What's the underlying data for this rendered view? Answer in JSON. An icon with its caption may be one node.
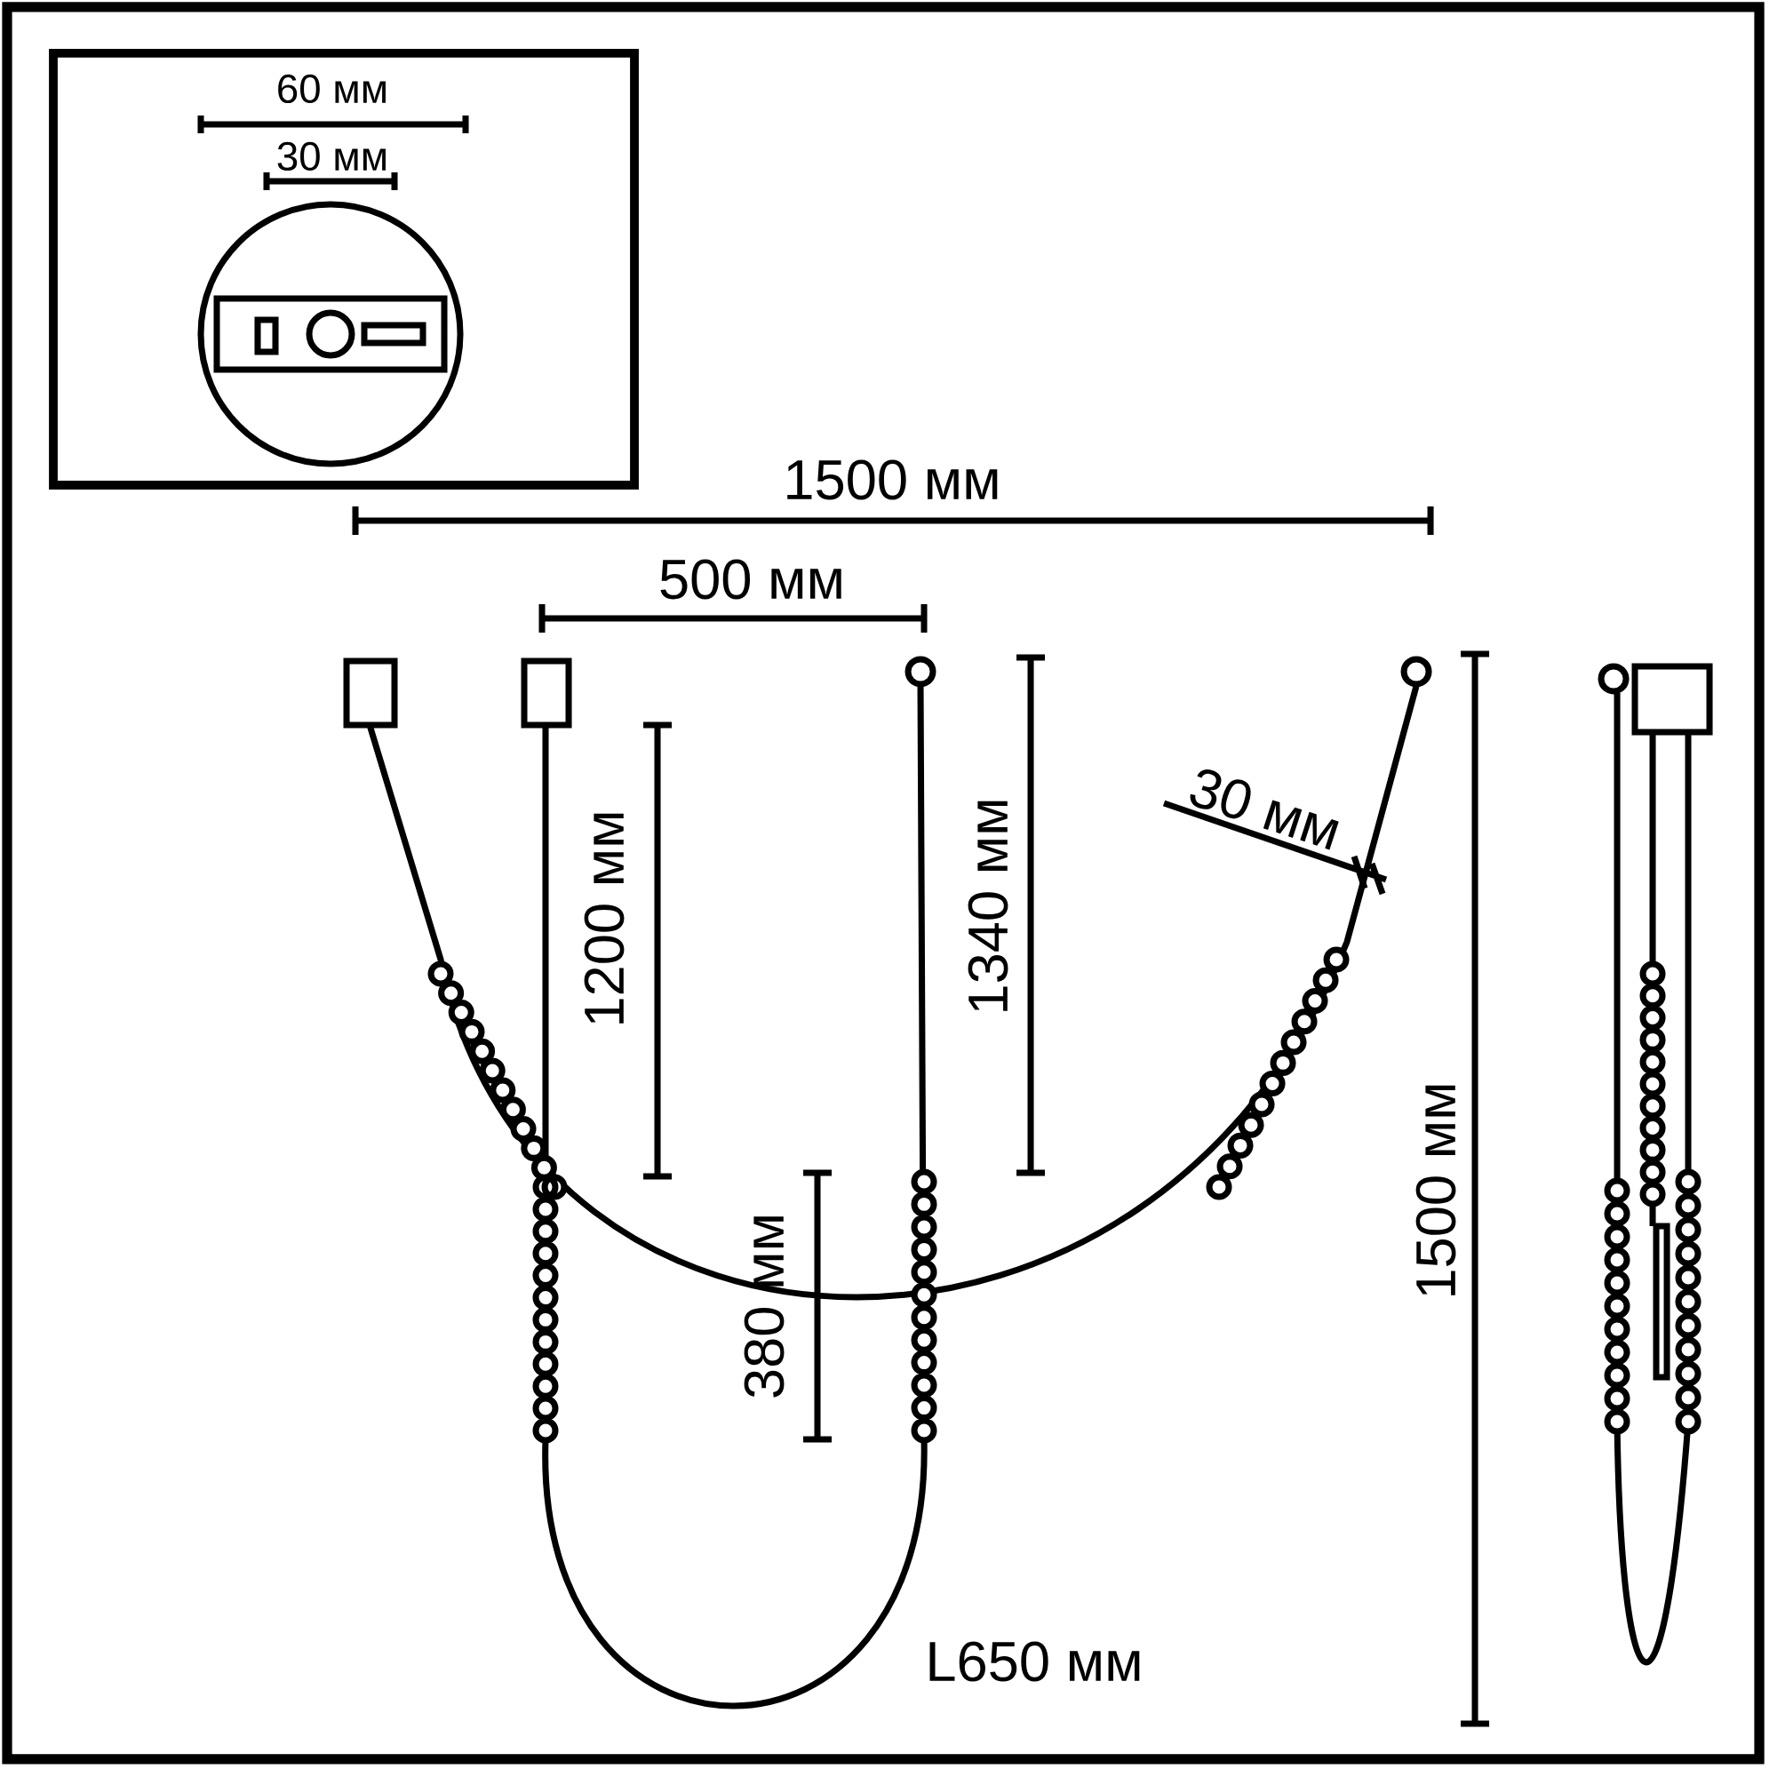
{
  "diagram": {
    "labels": [
      "60 мм",
      "30 мм",
      "1500 мм",
      "500 мм",
      "1200 мм",
      "1340 мм",
      "30 мм",
      "380 мм",
      "1500 мм",
      "L650 мм"
    ]
  }
}
